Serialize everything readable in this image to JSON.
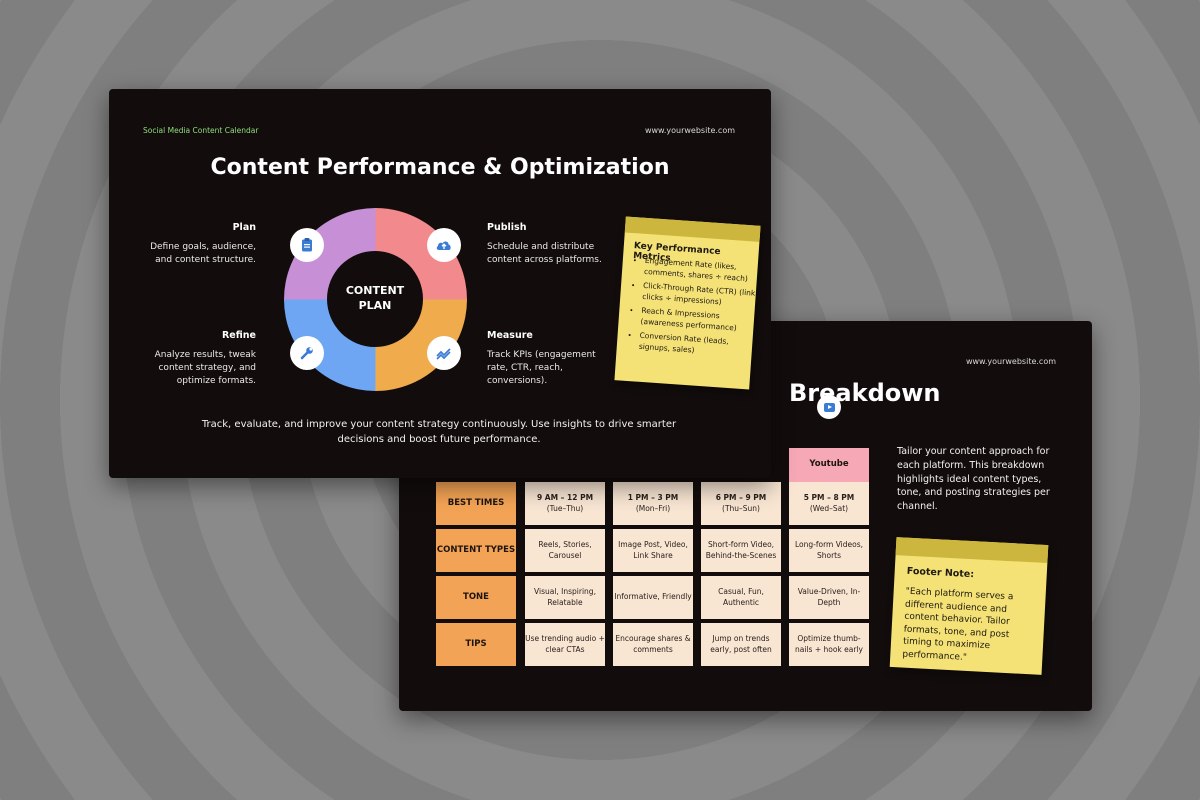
{
  "slide2": {
    "url": "www.yourwebsite.com",
    "title": "Breakdown",
    "row_headers": [
      "BEST TIMES",
      "CONTENT TYPES",
      "TONE",
      "TIPS"
    ],
    "youtube_label": "Youtube",
    "columns": [
      {
        "time": "9 AM – 12 PM",
        "days": "(Tue–Thu)",
        "types": "Reels, Stories, Carousel",
        "tone": "Visual, Inspiring, Relatable",
        "tips": "Use trending audio + clear CTAs"
      },
      {
        "time": "1 PM – 3 PM",
        "days": "(Mon–Fri)",
        "types": "Image Post, Video, Link Share",
        "tone": "Informative, Friendly",
        "tips": "Encourage shares & comments"
      },
      {
        "time": "6 PM – 9 PM",
        "days": "(Thu–Sun)",
        "types": "Short-form Video, Behind-the-Scenes",
        "tone": "Casual, Fun, Authentic",
        "tips": "Jump on trends early, post often"
      },
      {
        "time": "5 PM – 8 PM",
        "days": "(Wed–Sat)",
        "types": "Long-form Videos, Shorts",
        "tone": "Value-Driven, In-Depth",
        "tips": "Optimize thumb-nails + hook early"
      }
    ],
    "description": "Tailor your content approach for each platform. This breakdown highlights ideal content types, tone, and posting strategies per channel.",
    "footer_note": {
      "heading": "Footer Note:",
      "text": "\"Each platform serves a different audience and content behavior. Tailor formats, tone, and post timing to maximize performance.\""
    }
  },
  "slide1": {
    "brand": "Social Media Content Calendar",
    "url": "www.yourwebsite.com",
    "title": "Content Performance & Optimization",
    "center_label_1": "CONTENT",
    "center_label_2": "PLAN",
    "steps": {
      "plan": {
        "title": "Plan",
        "text": "Define goals, audience, and content structure."
      },
      "publish": {
        "title": "Publish",
        "text": "Schedule and distribute content across platforms."
      },
      "refine": {
        "title": "Refine",
        "text": "Analyze results, tweak content strategy, and optimize formats."
      },
      "measure": {
        "title": "Measure",
        "text": "Track KPIs (engagement rate, CTR, reach, conversions)."
      }
    },
    "footer": "Track, evaluate, and improve your content strategy continuously. Use insights to drive smarter decisions and boost future performance.",
    "metrics_note": {
      "heading": "Key Performance Metrics",
      "items": [
        "Engagement Rate (likes, comments, shares ÷ reach)",
        "Click-Through Rate (CTR) (link clicks ÷ impressions)",
        "Reach & Impressions (awareness performance)",
        "Conversion Rate (leads, signups, sales)"
      ]
    },
    "icons": [
      "clipboard-icon",
      "cloud-upload-icon",
      "wrench-icon",
      "trend-chart-icon"
    ],
    "colors": {
      "plan": "#c78fd6",
      "publish": "#f28a8d",
      "measure": "#f0ac4c",
      "refine": "#6ea6f3",
      "accent_green": "#8fdb7c",
      "note_yellow": "#f5e276"
    }
  }
}
